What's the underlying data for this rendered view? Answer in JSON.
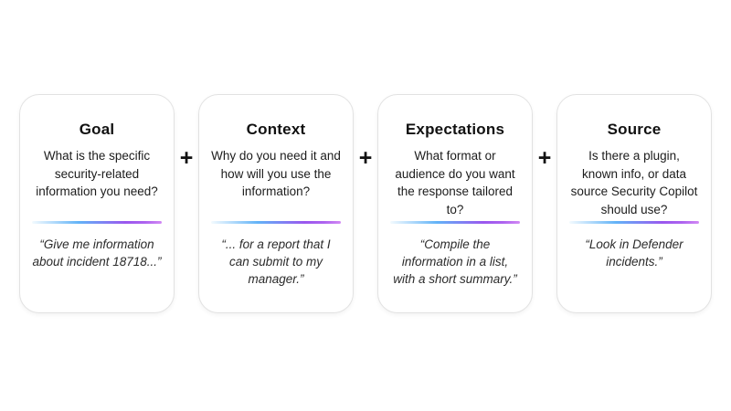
{
  "page": {
    "background": "#ffffff",
    "card_border_color": "#e2e2e2",
    "divider_gradient": [
      "#f3fafe",
      "#62b3f7",
      "#9a57ee",
      "#d289f4"
    ]
  },
  "separator": "+",
  "cards": [
    {
      "title": "Goal",
      "question": "What is the specific security-related information you need?",
      "example": "“Give me information about incident 18718...”"
    },
    {
      "title": "Context",
      "question": "Why do you need it and how will you use the information?",
      "example": "“... for a report that I can submit to my manager.”"
    },
    {
      "title": "Expectations",
      "question": "What format or audience do you want the response tailored to?",
      "example": "“Compile the information in a list, with a short summary.”"
    },
    {
      "title": "Source",
      "question": "Is there a plugin, known info, or data source Security Copilot should use?",
      "example": "“Look in Defender incidents.”"
    }
  ]
}
